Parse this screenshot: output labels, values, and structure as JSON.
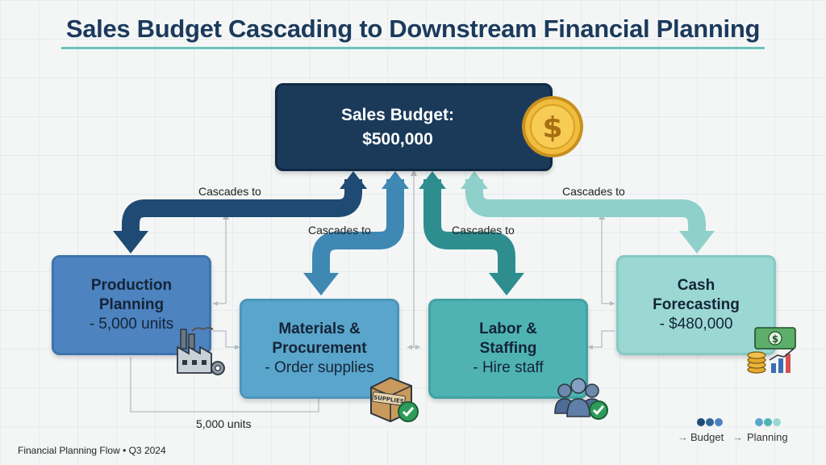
{
  "title": "Sales Budget Cascading to Downstream Financial Planning",
  "sales_budget": {
    "label": "Sales Budget:",
    "value": "$500,000"
  },
  "boxes": {
    "production": {
      "title_line1": "Production",
      "title_line2": "Planning",
      "detail": "- 5,000 units"
    },
    "materials": {
      "title_line1": "Materials &",
      "title_line2": "Procurement",
      "detail": "- Order supplies"
    },
    "labor": {
      "title_line1": "Labor &",
      "title_line2": "Staffing",
      "detail": "- Hire staff"
    },
    "cash": {
      "title_line1": "Cash",
      "title_line2": "Forecasting",
      "detail": "- $480,000"
    }
  },
  "arrow_labels": {
    "to_production": "Cascades to",
    "to_materials": "Cascades to",
    "to_labor": "Cascades to",
    "to_cash": "Cascades to",
    "units_link": "5,000 units"
  },
  "icons": {
    "coin": "dollar-coin-icon",
    "factory": "factory-gear-icon",
    "supplies": "supplies-box-icon",
    "people": "team-people-icon",
    "cash": "cash-chart-icon",
    "supplies_box_text": "SUPPLIES"
  },
  "legend": {
    "budget_label": "Budget",
    "planning_label": "Planning",
    "arrow_glyph": "→"
  },
  "footer": "Financial Planning Flow • Q3 2024",
  "colors": {
    "navy": "#1b3a5a",
    "production": "#4d83bf",
    "materials": "#5aa5cb",
    "labor": "#4fb3b3",
    "cash": "#9bd8d3",
    "accent": "#6cc2bd"
  }
}
